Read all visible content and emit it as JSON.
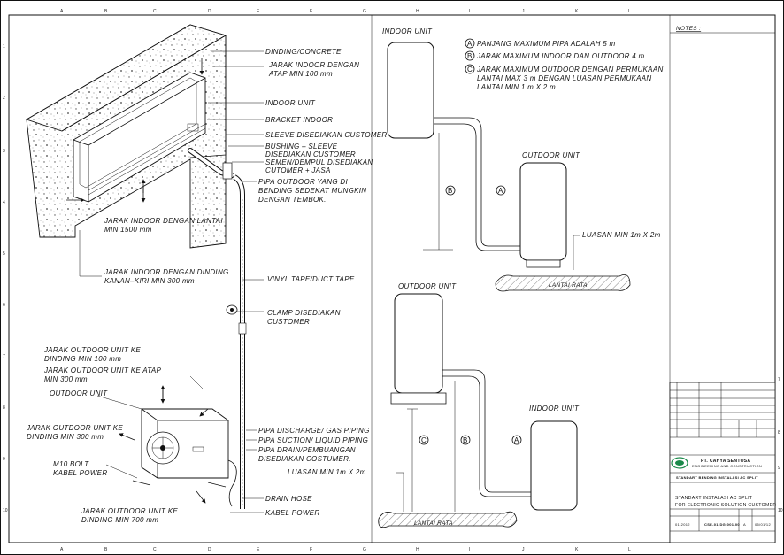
{
  "grid": {
    "cols": [
      "A",
      "B",
      "C",
      "D",
      "E",
      "F",
      "G",
      "H",
      "I",
      "J",
      "K",
      "L"
    ],
    "rows": [
      "1",
      "2",
      "3",
      "4",
      "5",
      "6",
      "7",
      "8",
      "9",
      "10"
    ]
  },
  "left_labels": {
    "dinding": "DINDING/CONCRETE",
    "jarak_atap_1": "JARAK INDOOR DENGAN",
    "jarak_atap_2": "ATAP MIN 100 mm",
    "indoor_unit": "INDOOR UNIT",
    "bracket": "BRACKET INDOOR",
    "sleeve": "SLEEVE DISEDIAKAN CUSTOMER",
    "bushing_1": "BUSHING  –  SLEEVE",
    "bushing_2": "DISEDIAKAN CUSTOMER",
    "semen_1": "SEMEN/DEMPUL DISEDIAKAN",
    "semen_2": "CUTOMER + JASA",
    "pipa_out_1": "PIPA OUTDOOR YANG DI",
    "pipa_out_2": "BENDING SEDEKAT MUNGKIN",
    "pipa_out_3": "DENGAN TEMBOK.",
    "jarak_lantai_1": "JARAK INDOOR DENGAN LANTAI",
    "jarak_lantai_2": "MIN 1500 mm",
    "jarak_dinding_1": "JARAK INDOOR DENGAN DINDING",
    "jarak_dinding_2": "KANAN–KIRI MIN 300 mm",
    "vinyl": "VINYL TAPE/DUCT TAPE",
    "clamp_1": "CLAMP DISEDIAKAN",
    "clamp_2": "CUSTOMER",
    "od_dinding_1": "JARAK OUTDOOR UNIT KE",
    "od_dinding_2": "DINDING MIN 100 mm",
    "od_atap_1": "JARAK OUTDOOR UNIT KE ATAP",
    "od_atap_2": "MIN 300 mm",
    "outdoor_unit": "OUTDOOR UNIT",
    "od_300_1": "JARAK OUTDOOR UNIT KE",
    "od_300_2": "DINDING MIN 300 mm",
    "bolt_1": "M10 BOLT",
    "bolt_2": "KABEL POWER",
    "od_700_1": "JARAK OUTDOOR UNIT KE",
    "od_700_2": "DINDING MIN 700 mm",
    "discharge": "PIPA DISCHARGE/ GAS PIPING",
    "suction": "PIPA SUCTION/ LIQUID PIPING",
    "drain_1": "PIPA DRAIN/PEMBUANGAN",
    "drain_2": "DISEDIAKAN COSTUMER.",
    "drain_hose": "DRAIN HOSE",
    "kabel_power": "KABEL POWER"
  },
  "right_top": {
    "indoor_unit": "INDOOR UNIT",
    "outdoor_unit": "OUTDOOR UNIT",
    "luasan": "LUASAN MIN 1m X 2m",
    "lantai": "LANTAI RATA",
    "mark_a": "A",
    "mark_b": "B"
  },
  "right_bottom": {
    "outdoor_unit": "OUTDOOR UNIT",
    "indoor_unit": "INDOOR UNIT",
    "luasan": "LUASAN MIN 1m X 2m",
    "lantai": "LANTAI RATA",
    "mark_a": "A",
    "mark_b": "B",
    "mark_c": "C"
  },
  "notes": {
    "title": "NOTES :",
    "a_mark": "A",
    "a_text": "PANJANG MAXIMUM PIPA ADALAH 5 m",
    "b_mark": "B",
    "b_text": "JARAK MAXIMUM INDOOR DAN OUTDOOR 4 m",
    "c_mark": "C",
    "c_text_1": "JARAK MAXIMUM OUTDOOR DENGAN PERMUKAAN",
    "c_text_2": "LANTAI MAX 3 m DENGAN LUASAN PERMUKAAN",
    "c_text_3": "LANTAI MIN 1 m X 2 m"
  },
  "title_block": {
    "company": "PT. CAHYA SENTOSA",
    "company_sub": "ENGINEERING AND CONSTRUCTION",
    "project": "STANDART BENDING INSTALASI AC SPLIT",
    "title_1": "STANDART INSTALASI AC SPLIT",
    "title_2": "FOR ELECTRONIC SOLUTION CUSTOMER",
    "job_no": "01-2012",
    "drawing_no": "CSE-01-DG-001-00",
    "rev": "A",
    "date": "05/01/12"
  },
  "colors": {
    "line": "#111111",
    "concrete": "#9a9a9a",
    "logo": "#1a8a4a"
  }
}
